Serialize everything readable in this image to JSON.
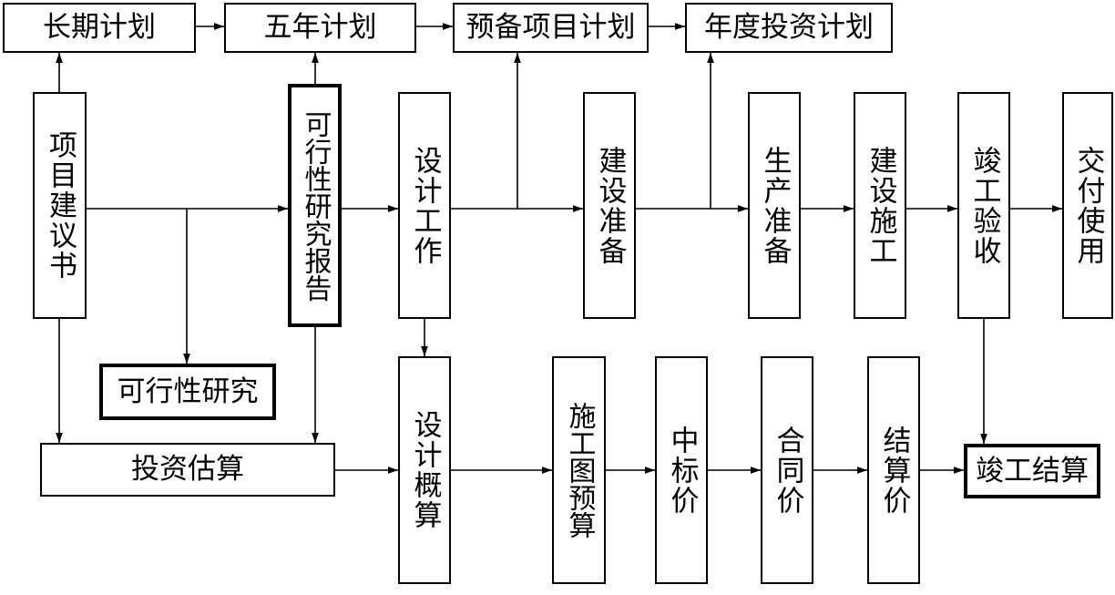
{
  "boxes": {
    "long_term_plan": "长期计划",
    "five_year_plan": "五年计划",
    "reserve_project_plan": "预备项目计划",
    "annual_investment_plan": "年度投资计划",
    "project_proposal": "项目建议书",
    "feasibility_report": "可行性研究报告",
    "design_work": "设计工作",
    "construction_preparation": "建设准备",
    "production_preparation": "生产准备",
    "construction": "建设施工",
    "completion_acceptance": "竣工验收",
    "delivery_use": "交付使用",
    "feasibility_study": "可行性研究",
    "investment_estimate": "投资估算",
    "design_budget_estimate": "设计概算",
    "construction_drawing_budget": "施工图预算",
    "winning_bid_price": "中标价",
    "contract_price": "合同价",
    "settlement_price": "结算价",
    "final_settlement": "竣工结算"
  },
  "colors": {
    "line": "#000000",
    "fill": "#ffffff"
  }
}
